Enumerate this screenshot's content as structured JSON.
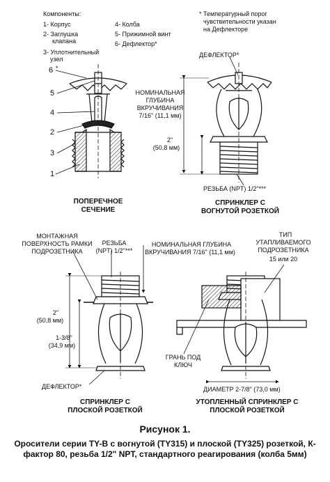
{
  "legend": {
    "title": "Компоненты:",
    "items": [
      "1- Корпус",
      "2- Заглушка",
      "клапана",
      "3- Уплотнительный",
      "узел",
      "4- Колба",
      "5- Прижимной винт",
      "6- Дефлектор*"
    ]
  },
  "note": [
    "* Температурный порог",
    "чувствительности указан",
    "на Дефлекторе"
  ],
  "cross_section": {
    "numbers": [
      "6",
      "*",
      "5",
      "4",
      "2",
      "3",
      "1"
    ],
    "caption": [
      "ПОПЕРЕЧНОЕ",
      "СЕЧЕНИЕ"
    ]
  },
  "concave": {
    "deflector_label": "ДЕФЛЕКТОР*",
    "depth_label": [
      "НОМИНАЛЬНАЯ",
      "ГЛУБИНА",
      "ВКРУЧИВАНИЯ",
      "7/16\" (11,1 мм)"
    ],
    "height_label": [
      "2\"",
      "(50,8 мм)"
    ],
    "thread_label": "РЕЗЬБА (NPT) 1/2\"***",
    "caption": [
      "СПРИНКЛЕР С",
      "ВОГНУТОЙ РОЗЕТКОЙ"
    ]
  },
  "flat": {
    "mount_label": [
      "МОНТАЖНАЯ",
      "ПОВЕРХНОСТЬ РАМКИ",
      "ПОДРОЗЕТНИКА"
    ],
    "thread_label": [
      "РЕЗЬБА",
      "(NPT) 1/2\"***"
    ],
    "depth_label": [
      "НОМИНАЛЬНАЯ ГЛУБИНА",
      "ВКРУЧИВАНИЯ 7/16\" (11,1 мм)"
    ],
    "height_label": [
      "2\"",
      "(50,8 мм)"
    ],
    "height2_label": [
      "1-3/8\"",
      "(34,9 мм)"
    ],
    "deflector_label": "ДЕФЛЕКТОР*",
    "caption": [
      "СПРИНКЛЕР С",
      "ПЛОСКОЙ РОЗЕТКОЙ"
    ]
  },
  "recessed": {
    "type_label": [
      "ТИП",
      "УТАПЛИВАЕМОГО",
      "ПОДРОЗЕТНИКА",
      "15 или 20"
    ],
    "wrench_label": [
      "ГРАНЬ ПОД",
      "КЛЮЧ"
    ],
    "diameter_label": "ДИАМЕТР 2-7/8\" (73,0 мм)",
    "caption": [
      "УТОПЛЕННЫЙ СПРИНКЛЕР С",
      "ПЛОСКОЙ РОЗЕТКОЙ"
    ]
  },
  "figure": {
    "title": "Рисунок 1.",
    "text": "Оросители серии TY-B с вогнутой (TY315) и плоской (TY325) розеткой, К-фактор 80, резьба 1/2\" NPT, стандартного реагирования (колба 5мм)"
  }
}
